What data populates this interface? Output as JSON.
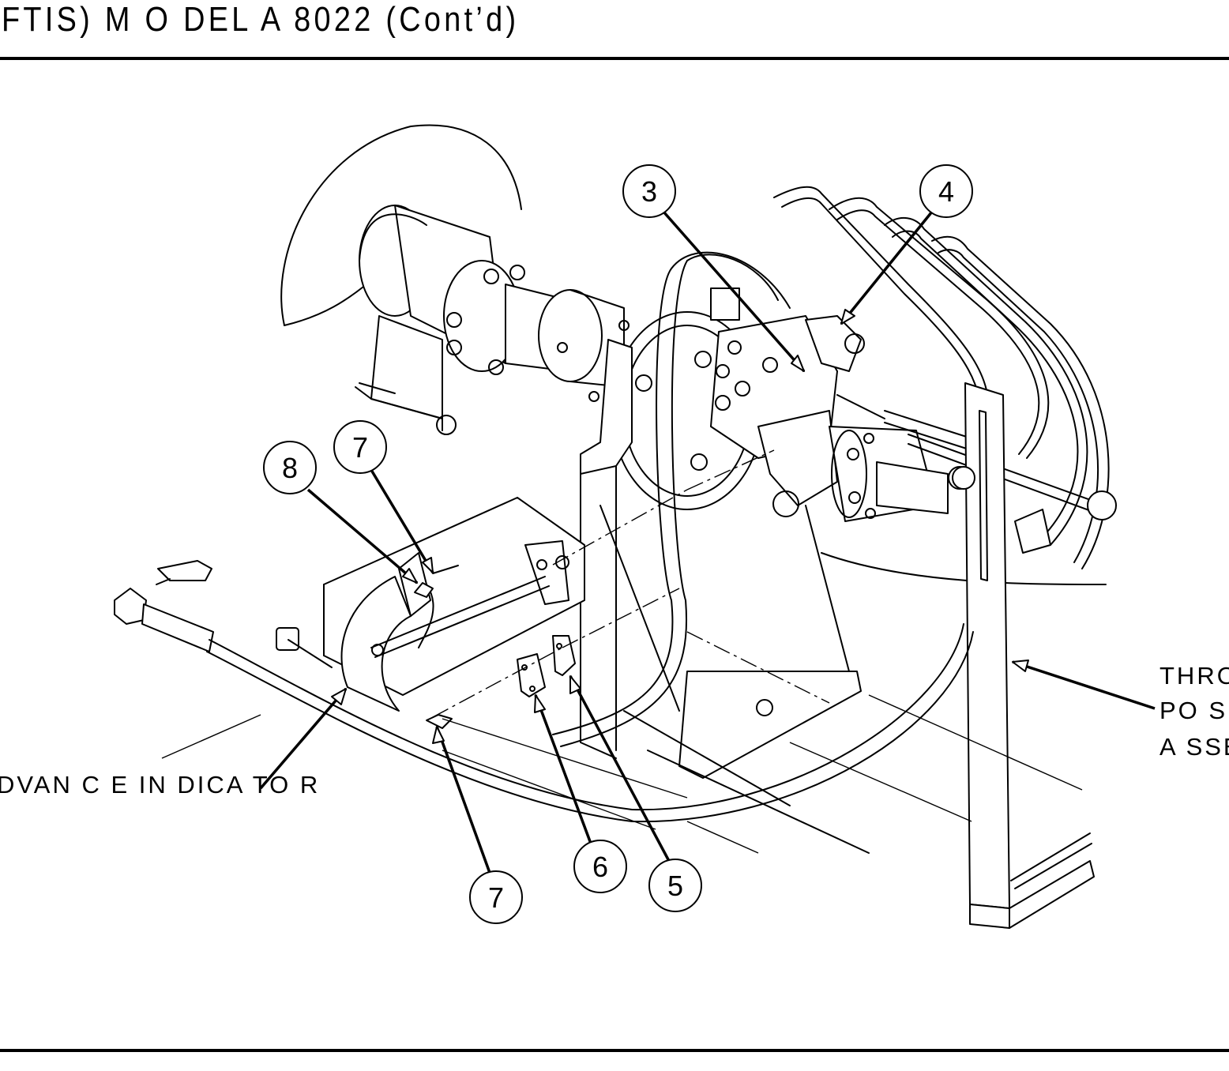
{
  "header": {
    "title": "FTIS) M O DEL A 8022  (Cont’d)"
  },
  "diagram": {
    "callouts": [
      {
        "id": "c3",
        "number": "3"
      },
      {
        "id": "c4",
        "number": "4"
      },
      {
        "id": "c8",
        "number": "8"
      },
      {
        "id": "c7a",
        "number": "7"
      },
      {
        "id": "c7b",
        "number": "7"
      },
      {
        "id": "c6",
        "number": "6"
      },
      {
        "id": "c5",
        "number": "5"
      }
    ],
    "labels": {
      "advance_indicator": "DVAN C E IN DICA TO R",
      "throttle_line1": "THRO",
      "throttle_line2": "PO SIT",
      "throttle_line3": "A SSE"
    }
  }
}
